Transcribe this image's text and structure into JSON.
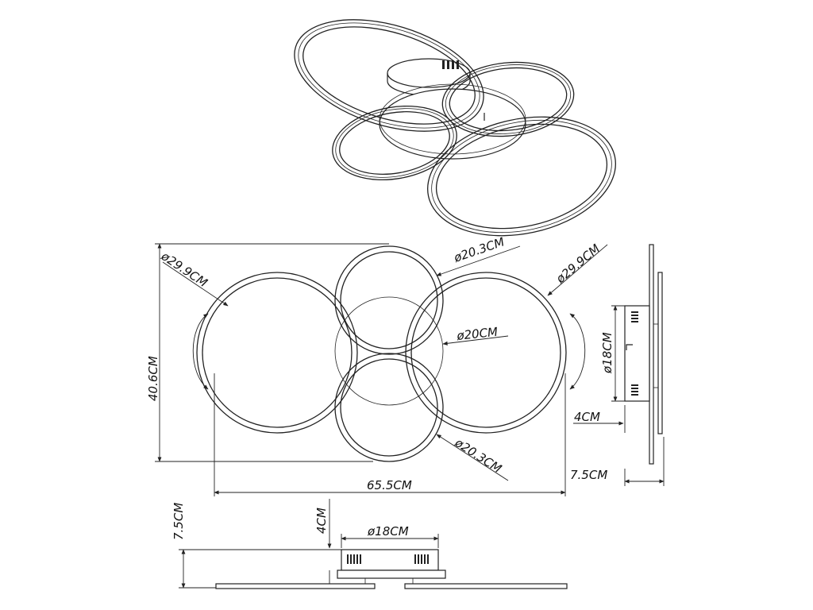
{
  "dimensions": {
    "ring_large_left_dia": "ø29.9CM",
    "ring_large_right_dia": "ø29.9CM",
    "ring_small_top_dia": "ø20.3CM",
    "ring_small_bottom_dia": "ø20.3CM",
    "center_disc_dia": "ø20CM",
    "height_total": "40.6CM",
    "width_total": "65.5CM",
    "side_canopy_dia": "ø18CM",
    "side_canopy_depth": "4CM",
    "side_total_depth": "7.5CM",
    "bottom_canopy_dia": "ø18CM",
    "bottom_canopy_depth": "4CM",
    "bottom_total_depth": "7.5CM"
  }
}
